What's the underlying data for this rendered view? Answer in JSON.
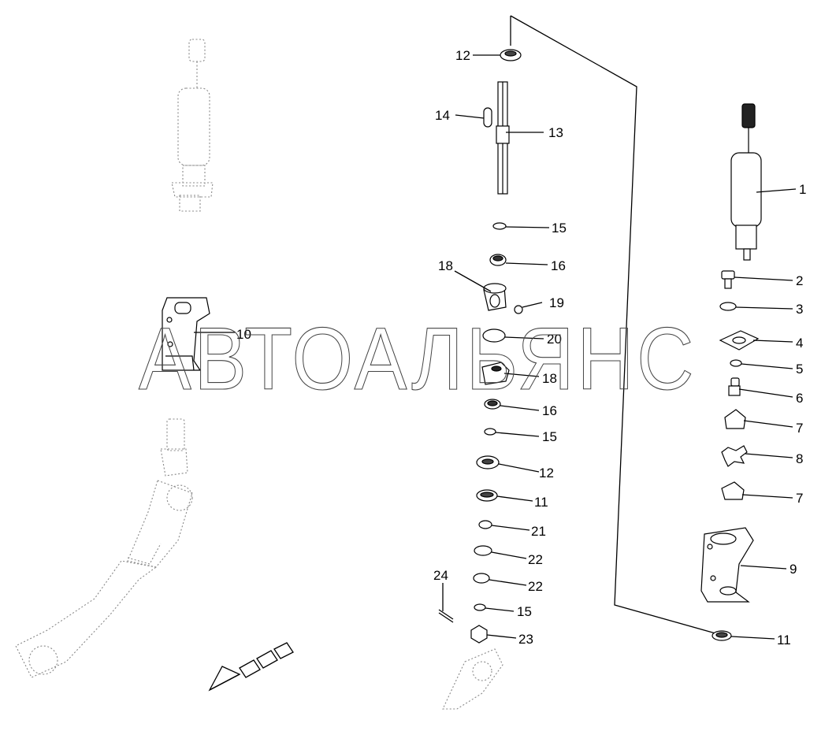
{
  "watermark": "АВТОАЛЬЯНС",
  "callouts": [
    {
      "id": "c-12-top",
      "number": "12"
    },
    {
      "id": "c-14",
      "number": "14"
    },
    {
      "id": "c-13",
      "number": "13"
    },
    {
      "id": "c-15-a",
      "number": "15"
    },
    {
      "id": "c-16-a",
      "number": "16"
    },
    {
      "id": "c-18-a",
      "number": "18"
    },
    {
      "id": "c-19",
      "number": "19"
    },
    {
      "id": "c-10",
      "number": "10"
    },
    {
      "id": "c-20",
      "number": "20"
    },
    {
      "id": "c-18-b",
      "number": "18"
    },
    {
      "id": "c-16-b",
      "number": "16"
    },
    {
      "id": "c-15-b",
      "number": "15"
    },
    {
      "id": "c-12-b",
      "number": "12"
    },
    {
      "id": "c-11-a",
      "number": "11"
    },
    {
      "id": "c-21",
      "number": "21"
    },
    {
      "id": "c-22-a",
      "number": "22"
    },
    {
      "id": "c-22-b",
      "number": "22"
    },
    {
      "id": "c-24",
      "number": "24"
    },
    {
      "id": "c-15-c",
      "number": "15"
    },
    {
      "id": "c-23",
      "number": "23"
    },
    {
      "id": "c-1",
      "number": "1"
    },
    {
      "id": "c-2",
      "number": "2"
    },
    {
      "id": "c-3",
      "number": "3"
    },
    {
      "id": "c-4",
      "number": "4"
    },
    {
      "id": "c-5",
      "number": "5"
    },
    {
      "id": "c-6",
      "number": "6"
    },
    {
      "id": "c-7-a",
      "number": "7"
    },
    {
      "id": "c-8",
      "number": "8"
    },
    {
      "id": "c-7-b",
      "number": "7"
    },
    {
      "id": "c-9",
      "number": "9"
    },
    {
      "id": "c-11-b",
      "number": "11"
    }
  ]
}
